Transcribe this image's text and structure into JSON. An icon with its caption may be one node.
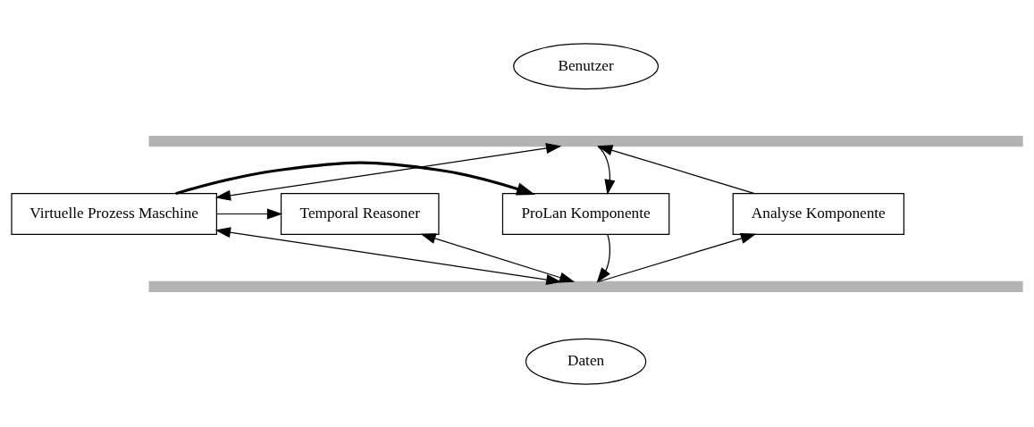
{
  "diagram": {
    "nodes": [
      {
        "text": [
          "Benutzer"
        ]
      },
      {
        "text": [],
        "shape": "bar"
      },
      {
        "text": [
          "ProLan Komponente"
        ]
      },
      {
        "text": [
          "Virtuelle Prozess Maschine"
        ]
      },
      {
        "text": [
          "Temporal Reasoner"
        ]
      },
      {
        "text": [
          "Analyse Komponente"
        ]
      },
      {
        "text": [],
        "shape": "bar"
      },
      {
        "text": [
          "Daten"
        ]
      }
    ],
    "edges": [
      {
        "from": 1,
        "to": 2,
        "arrow": "to"
      },
      {
        "from": 3,
        "to": 1,
        "arrow": "both"
      },
      {
        "from": 5,
        "to": 1,
        "arrow": "to"
      },
      {
        "from": 3,
        "to": 2,
        "arrow": "to",
        "style": "thick"
      },
      {
        "from": 3,
        "to": 4,
        "arrow": "to"
      },
      {
        "from": 2,
        "to": 6,
        "arrow": "to"
      },
      {
        "from": 3,
        "to": 6,
        "arrow": "both"
      },
      {
        "from": 4,
        "to": 6,
        "arrow": "both"
      },
      {
        "from": 6,
        "to": 5,
        "arrow": "to"
      }
    ]
  }
}
